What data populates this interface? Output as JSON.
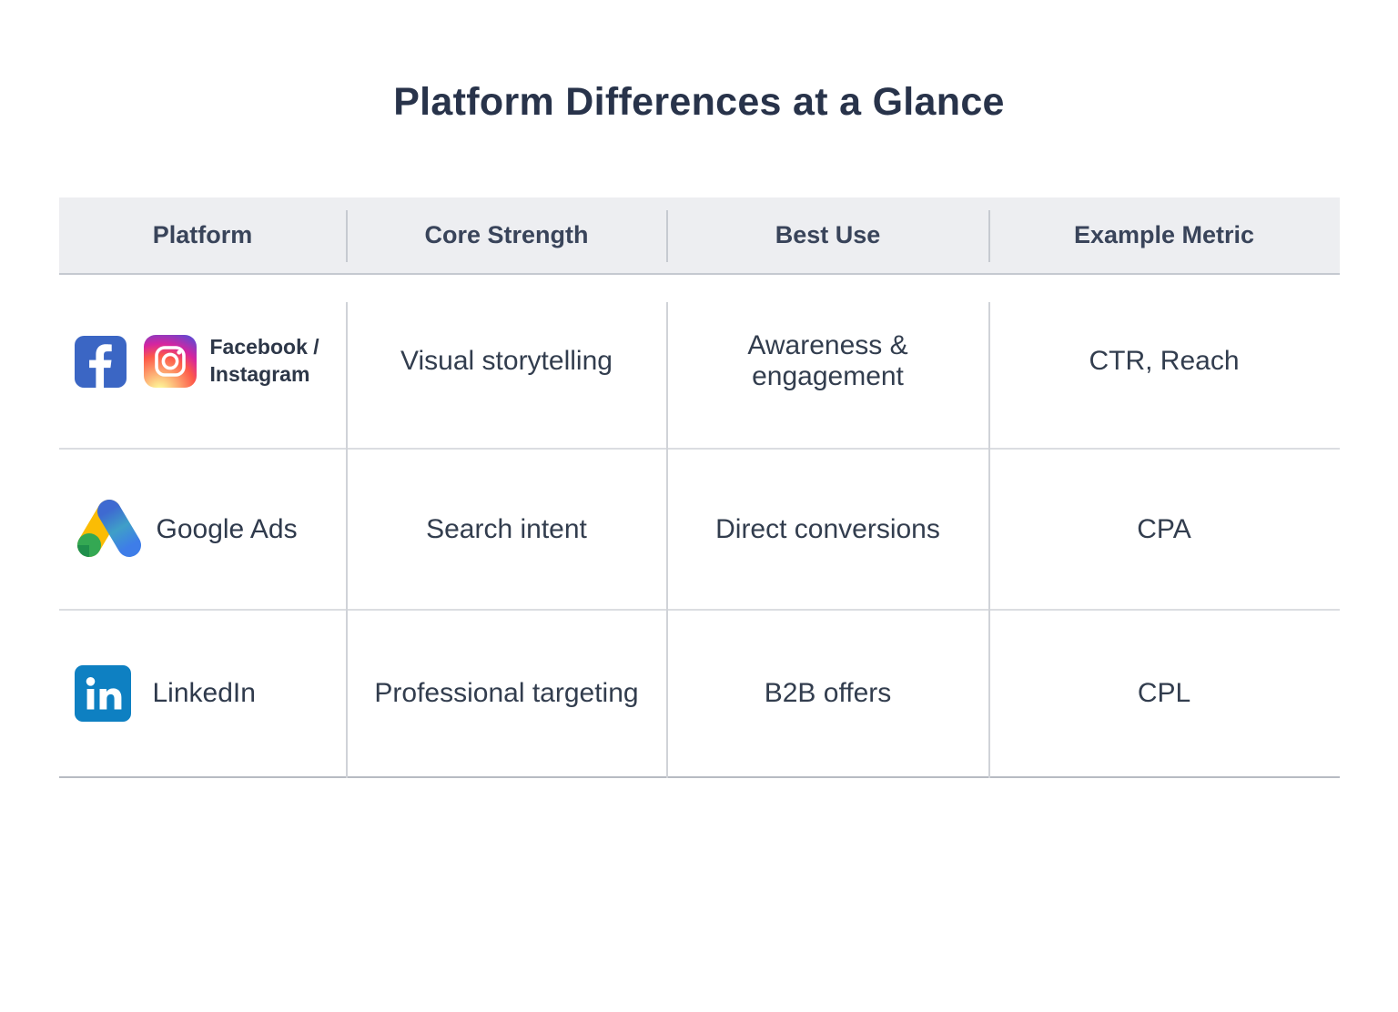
{
  "title": "Platform Differences at a Glance",
  "table": {
    "columns": [
      "Platform",
      "Core Strength",
      "Best Use",
      "Example Metric"
    ],
    "rows": [
      {
        "platform": "Facebook /\nInstagram",
        "icons": [
          "facebook-icon",
          "instagram-icon"
        ],
        "core_strength": "Visual storytelling",
        "best_use": "Awareness & engagement",
        "example_metric": "CTR, Reach"
      },
      {
        "platform": "Google Ads",
        "icons": [
          "google-ads-icon"
        ],
        "core_strength": "Search intent",
        "best_use": "Direct conversions",
        "example_metric": "CPA"
      },
      {
        "platform": "LinkedIn",
        "icons": [
          "linkedin-icon"
        ],
        "core_strength": "Professional targeting",
        "best_use": "B2B offers",
        "example_metric": "CPL"
      }
    ]
  },
  "colors": {
    "title_text": "#28334a",
    "body_text": "#323d4e",
    "header_bg": "#edeef1",
    "header_border": "#c5c9d0",
    "row_divider": "#dbdde1",
    "bottom_border": "#b7bbc2",
    "column_divider": "#d0d3d8",
    "facebook_blue": "#3b66c4",
    "instagram_gradient": [
      "#fdf497",
      "#fd5949",
      "#d6249f",
      "#285aeb"
    ],
    "google_yellow": "#fbbc04",
    "google_blue": "#4285f4",
    "google_green": "#34a853",
    "google_dark_green": "#1f8f4c",
    "linkedin_blue": "#0e80c2"
  }
}
